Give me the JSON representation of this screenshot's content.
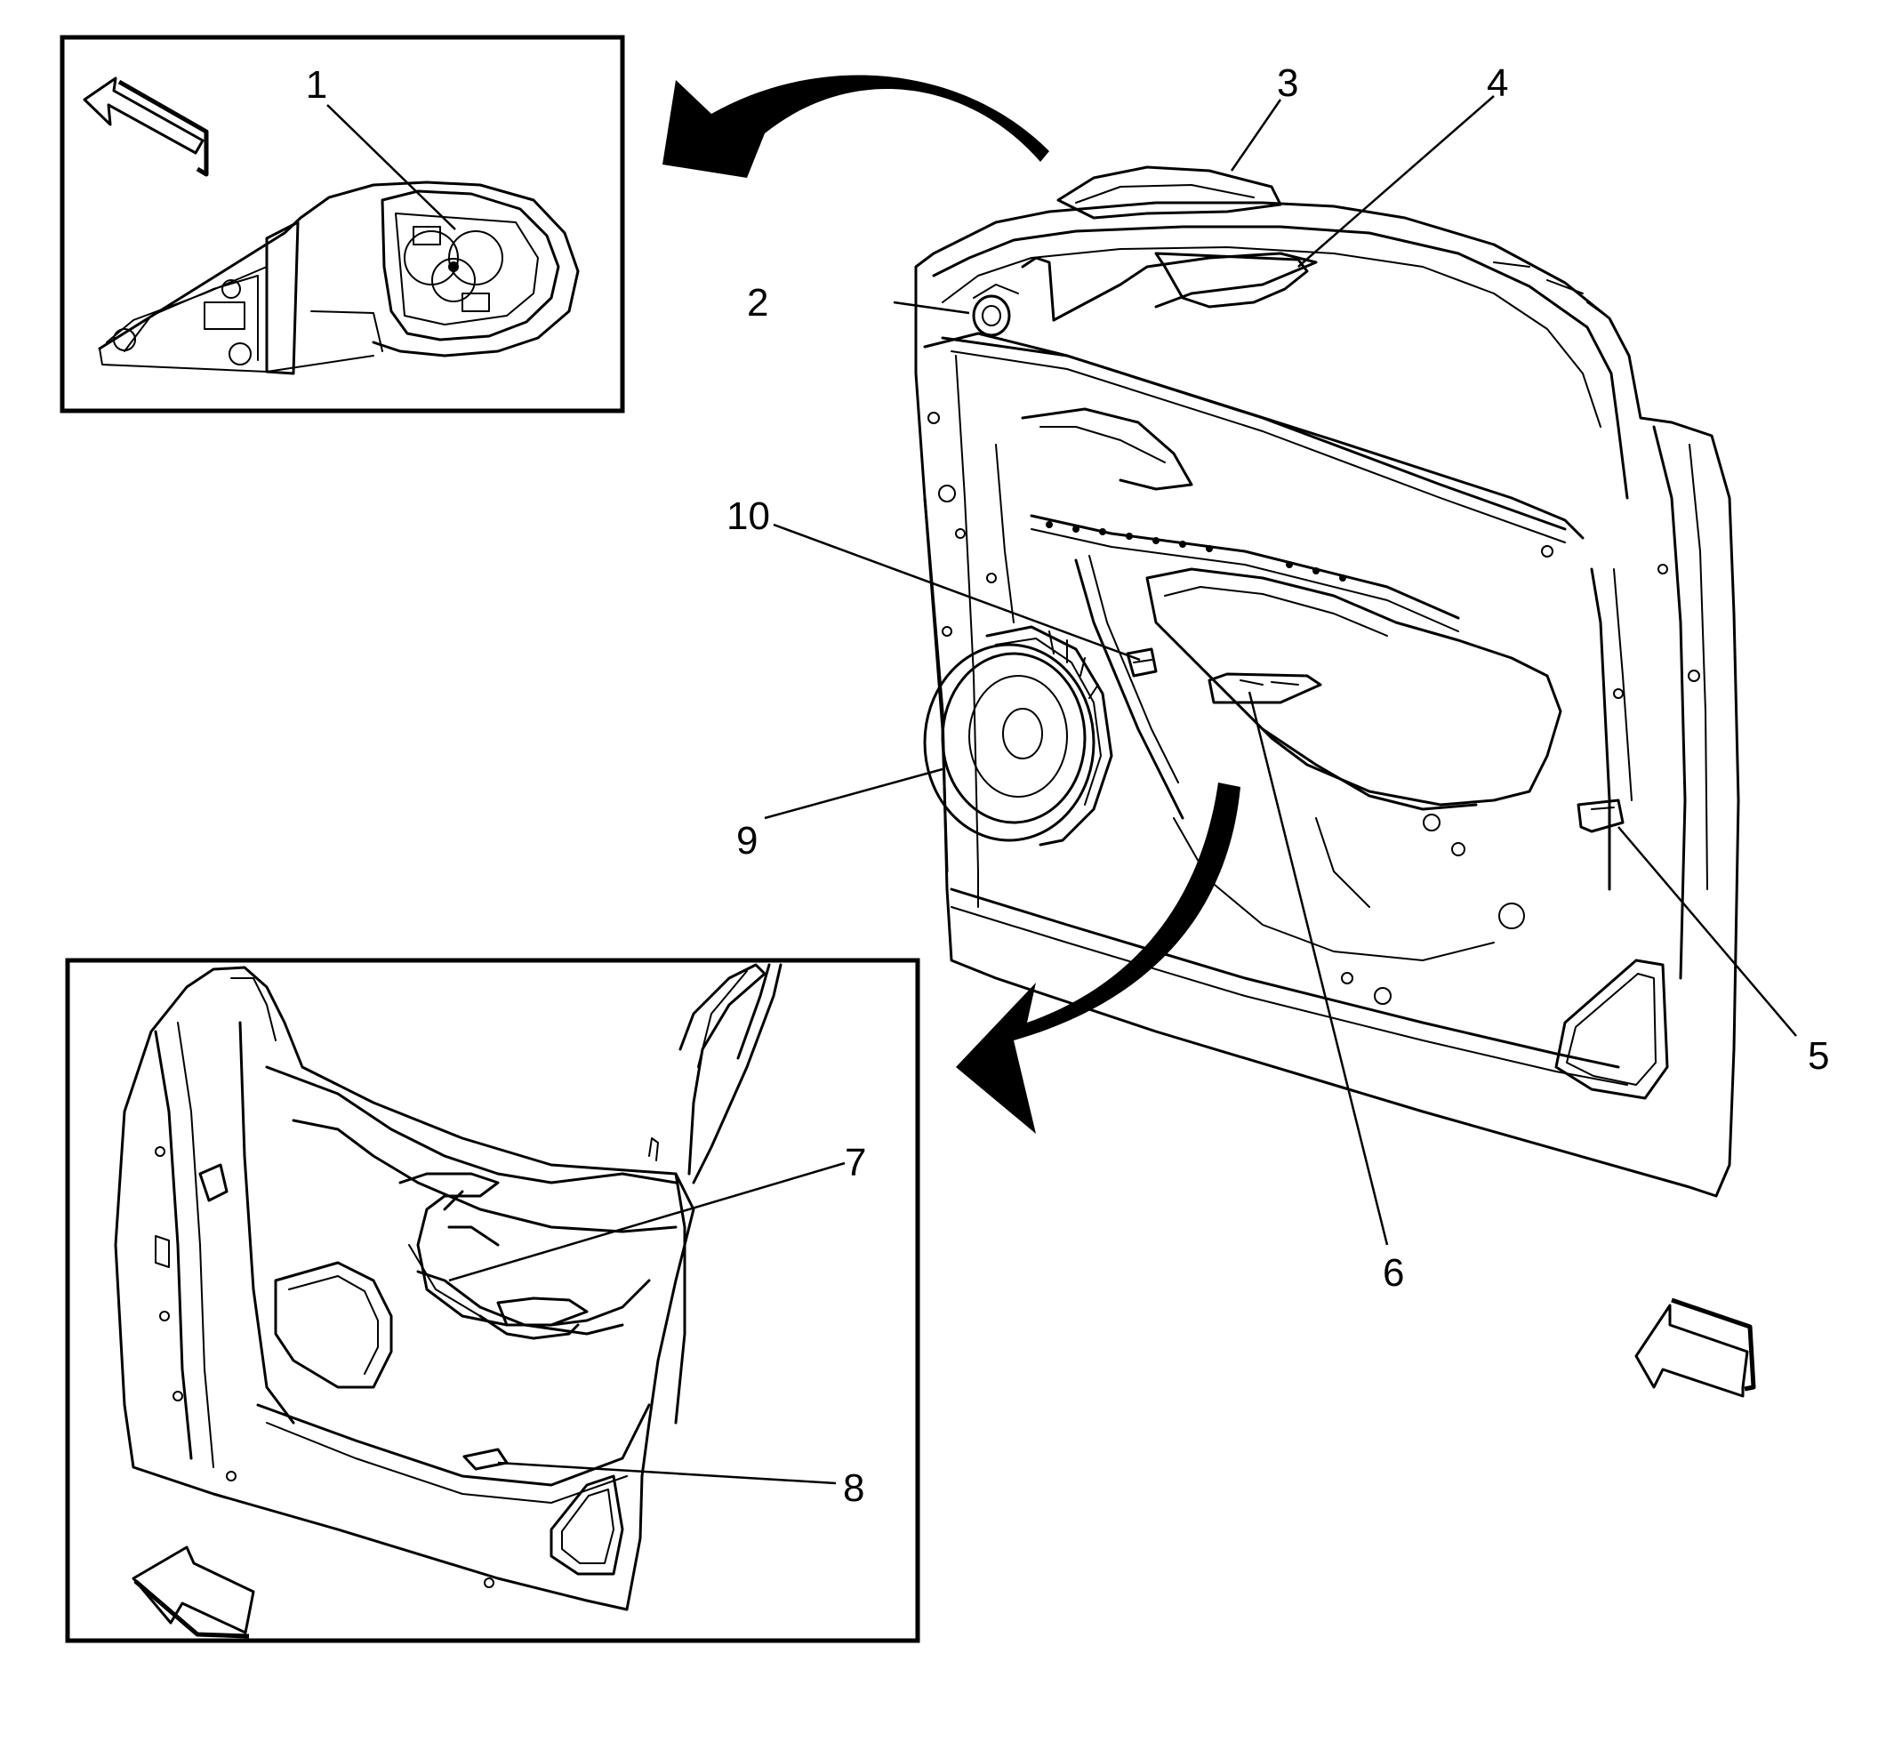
{
  "callouts": [
    {
      "id": "1",
      "label": "1"
    },
    {
      "id": "2",
      "label": "2"
    },
    {
      "id": "3",
      "label": "3"
    },
    {
      "id": "4",
      "label": "4"
    },
    {
      "id": "5",
      "label": "5"
    },
    {
      "id": "6",
      "label": "6"
    },
    {
      "id": "7",
      "label": "7"
    },
    {
      "id": "8",
      "label": "8"
    },
    {
      "id": "9",
      "label": "9"
    },
    {
      "id": "10",
      "label": "10"
    }
  ],
  "colors": {
    "line": "#000000",
    "background": "#ffffff"
  },
  "icons": [
    "view-direction-arrow-icon",
    "curved-transition-arrow-icon"
  ]
}
